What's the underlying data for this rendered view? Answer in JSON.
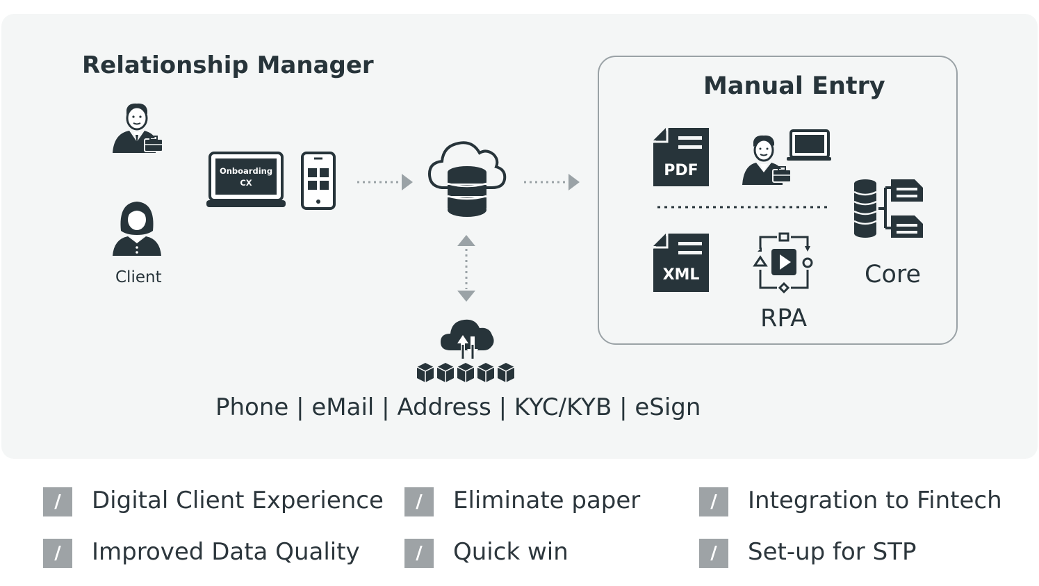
{
  "diagram": {
    "relationship_manager": "Relationship Manager",
    "client_label": "Client",
    "laptop_screen_line1": "Onboarding",
    "laptop_screen_line2": "CX",
    "data_services": "Phone | eMail | Address | KYC/KYB | eSign",
    "manual_entry": {
      "title": "Manual Entry",
      "pdf_label": "PDF",
      "xml_label": "XML",
      "rpa_label": "RPA",
      "core_label": "Core"
    }
  },
  "benefits": [
    {
      "mark": "/",
      "text": "Digital Client Experience"
    },
    {
      "mark": "/",
      "text": "Eliminate paper"
    },
    {
      "mark": "/",
      "text": "Integration to Fintech"
    },
    {
      "mark": "/",
      "text": "Improved Data Quality"
    },
    {
      "mark": "/",
      "text": "Quick win"
    },
    {
      "mark": "/",
      "text": "Set-up for STP"
    }
  ],
  "colors": {
    "ink": "#27343a",
    "panel_bg": "#f4f6f6",
    "tick_bg": "#9ea3a6",
    "arrow": "#9aa2a6"
  }
}
